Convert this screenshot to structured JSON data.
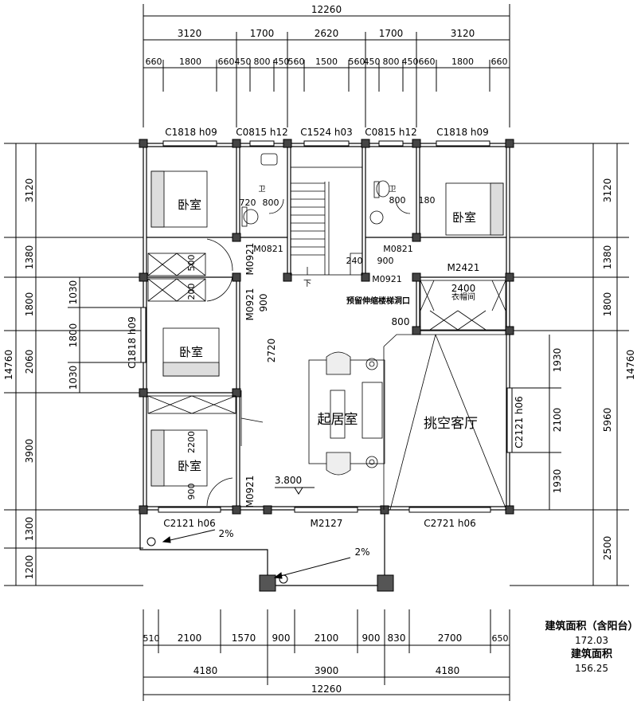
{
  "dimensions": {
    "top_total": "12260",
    "top_row1": [
      "3120",
      "1700",
      "2620",
      "1700",
      "3120"
    ],
    "top_row2": [
      "660",
      "1800",
      "660",
      "450",
      "800",
      "450",
      "560",
      "1500",
      "560",
      "450",
      "800",
      "450",
      "660",
      "1800",
      "660"
    ],
    "bottom_row1": [
      "510",
      "2100",
      "1570",
      "900",
      "2100",
      "900",
      "830",
      "2700",
      "650"
    ],
    "bottom_row2": [
      "4180",
      "3900",
      "4180"
    ],
    "bottom_total": "12260",
    "left_outer": [
      "3120",
      "1380",
      "1800",
      "2060",
      "3900",
      "1300",
      "1200"
    ],
    "left_inner": [
      "1030",
      "1800",
      "1030"
    ],
    "left_total": "14760",
    "right_outer": [
      "3120",
      "1380",
      "1800",
      "5960",
      "2500"
    ],
    "right_inner": [
      "1930",
      "2100",
      "1930"
    ],
    "right_total": "14760"
  },
  "windows": {
    "top_left": "C1818 h09",
    "top_bath_left": "C0815 h12",
    "top_stair": "C1524 h03",
    "top_bath_right": "C0815 h12",
    "top_right": "C1818 h09",
    "left_wall": "C1818 h09",
    "right_wall": "C2121 h06",
    "bottom_left": "C2121 h06",
    "bottom_right": "C2721 h06"
  },
  "doors": {
    "bath_left": "M0821",
    "bath_right": "M0821",
    "bath_right_lower": "M0921",
    "bedroom_top_left": "M0921",
    "bedroom_mid_left": "M0921",
    "bedroom_bottom_left": "M0921",
    "closet": "M2421",
    "balcony": "M2127"
  },
  "rooms": {
    "bedroom_top_left": "卧室",
    "bedroom_top_right": "卧室",
    "bedroom_mid_left": "卧室",
    "bedroom_bottom_left": "卧室",
    "bath_left": "卫",
    "bath_right": "卫",
    "closet": "衣帽间",
    "living": "起居室",
    "void_hall": "挑空客厅",
    "stair_down": "下"
  },
  "notes": {
    "reserved_opening": "预留伸缩楼梯洞口",
    "elevation": "3.800",
    "slope_left": "2%",
    "slope_right": "2%"
  },
  "small_dims": {
    "bath_l_720": "720",
    "bath_l_800": "800",
    "bath_r_800": "800",
    "bath_r_180": "180",
    "stair_240": "240",
    "stair_900": "900",
    "closet_2400": "2400",
    "closet_800": "800",
    "corr_900": "900",
    "corr_2720": "2720",
    "bed_500": "500",
    "bed_200": "200",
    "bed_2200": "2200",
    "bed_900": "900"
  },
  "area": {
    "label_incl": "建筑面积（含阳台）",
    "value_incl": "172.03",
    "label": "建筑面积",
    "value": "156.25"
  }
}
